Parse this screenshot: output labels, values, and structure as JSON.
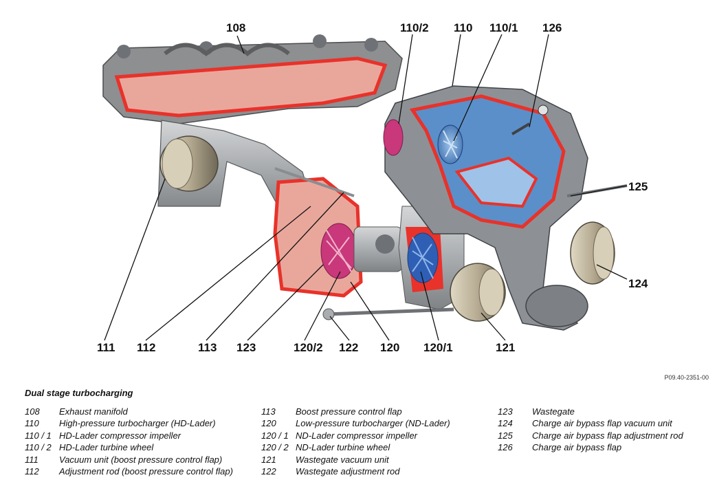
{
  "callouts": {
    "c108": "108",
    "c110_2": "110/2",
    "c110": "110",
    "c110_1": "110/1",
    "c126": "126",
    "c125": "125",
    "c124": "124",
    "c111": "111",
    "c112": "112",
    "c113": "113",
    "c123": "123",
    "c120_2": "120/2",
    "c122": "122",
    "c120": "120",
    "c120_1": "120/1",
    "c121": "121"
  },
  "reference_code": "P09.40-2351-00",
  "caption_title": "Dual stage turbocharging",
  "legend": {
    "col1": [
      {
        "num": "108",
        "text": "Exhaust manifold"
      },
      {
        "num": "110",
        "text": "High-pressure turbocharger (HD-Lader)"
      },
      {
        "num": "110 / 1",
        "text": "HD-Lader compressor impeller"
      },
      {
        "num": "110 / 2",
        "text": "HD-Lader turbine wheel"
      },
      {
        "num": "111",
        "text": "Vacuum unit (boost pressure control flap)"
      },
      {
        "num": "112",
        "text": "Adjustment rod (boost pressure control flap)"
      }
    ],
    "col2": [
      {
        "num": "113",
        "text": "Boost pressure control flap"
      },
      {
        "num": "120",
        "text": "Low-pressure turbocharger (ND-Lader)"
      },
      {
        "num": "120 / 1",
        "text": "ND-Lader compressor impeller"
      },
      {
        "num": "120 / 2",
        "text": "ND-Lader turbine wheel"
      },
      {
        "num": "121",
        "text": "Wastegate vacuum unit"
      },
      {
        "num": "122",
        "text": "Wastegate adjustment rod"
      }
    ],
    "col3": [
      {
        "num": "123",
        "text": "Wastegate"
      },
      {
        "num": "124",
        "text": "Charge air bypass flap vacuum unit"
      },
      {
        "num": "125",
        "text": "Charge air bypass flap adjustment rod"
      },
      {
        "num": "126",
        "text": "Charge air bypass flap"
      }
    ]
  },
  "colors": {
    "cutaway_red": "#e8322a",
    "manifold_pink": "#e9a79c",
    "metal_grey": "#a9adb0",
    "dark_metal": "#6e7175",
    "channel_blue": "#5b8fc9",
    "impeller_blue": "#2f5fb5",
    "turbine_magenta": "#c8387a",
    "vacuum_unit": "#b8ad95"
  }
}
